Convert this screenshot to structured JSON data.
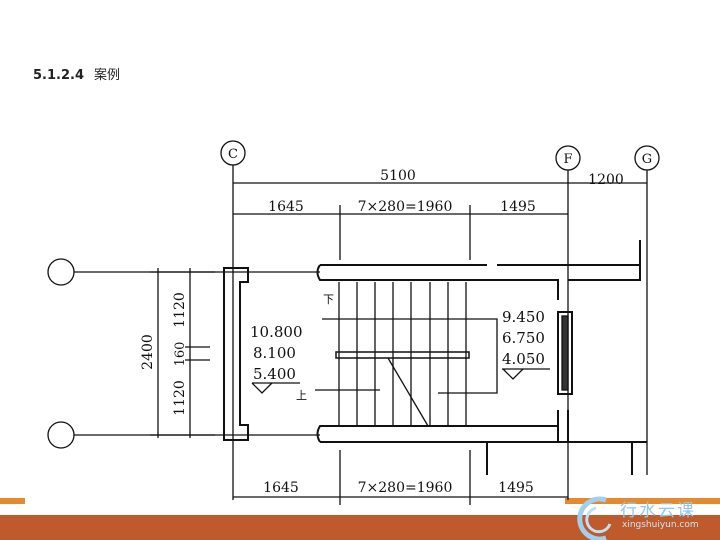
{
  "slide": {
    "section_number": "5.1.2.4",
    "section_title": "案例"
  },
  "drawing": {
    "axis_labels": {
      "c": "C",
      "f": "F",
      "g": "G"
    },
    "top_dims": {
      "total": "5100",
      "right": "1200",
      "seg1": "1645",
      "seg2": "7×280=1960",
      "seg3": "1495"
    },
    "bottom_dims": {
      "seg1": "1645",
      "seg2": "7×280=1960",
      "seg3": "1495"
    },
    "left_dims": {
      "total": "2400",
      "upper": "1120",
      "middle": "160",
      "lower": "1120"
    },
    "left_elevations": [
      "10.800",
      "8.100",
      "5.400"
    ],
    "right_elevations": [
      "9.450",
      "6.750",
      "4.050"
    ],
    "down_label": "下",
    "up_label": "上"
  },
  "watermark": {
    "name": "行水云课",
    "url": "xingshuiyun.com"
  }
}
